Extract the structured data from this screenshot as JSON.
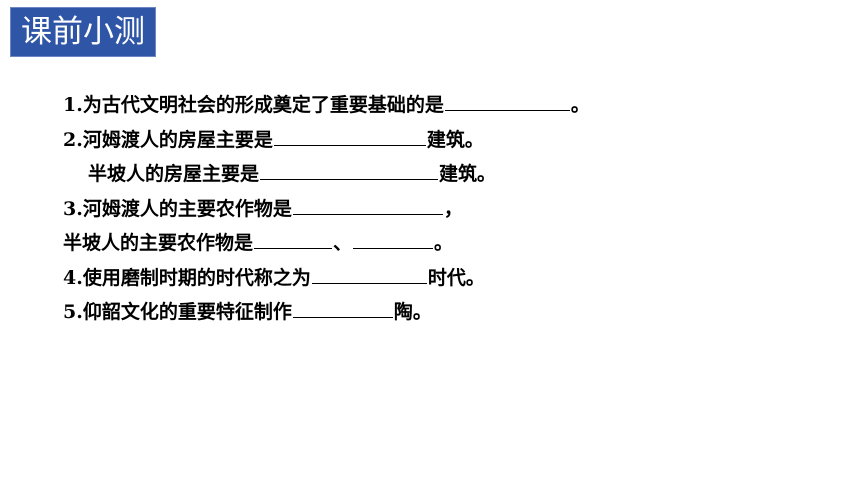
{
  "header": {
    "title": "课前小测"
  },
  "questions": [
    {
      "parts": [
        {
          "text": "1.为古代文明社会的形成奠定了重要基础的是"
        },
        {
          "blank": 125
        },
        {
          "text": "。"
        }
      ]
    },
    {
      "parts": [
        {
          "text": "2.河姆渡人的房屋主要是"
        },
        {
          "blank": 152
        },
        {
          "text": "建筑。"
        }
      ]
    },
    {
      "indent": true,
      "parts": [
        {
          "text": "半坡人的房屋主要是"
        },
        {
          "blank": 178
        },
        {
          "text": "建筑。"
        }
      ]
    },
    {
      "parts": [
        {
          "text": "3.河姆渡人的主要农作物是"
        },
        {
          "blank": 150
        },
        {
          "text": "，"
        }
      ]
    },
    {
      "parts": [
        {
          "text": "半坡人的主要农作物是"
        },
        {
          "blank": 78
        },
        {
          "text": "、"
        },
        {
          "blank": 80
        },
        {
          "text": "。"
        }
      ]
    },
    {
      "parts": [
        {
          "text": "4.使用磨制时期的时代称之为"
        },
        {
          "blank": 115
        },
        {
          "text": "时代。"
        }
      ]
    },
    {
      "parts": [
        {
          "text": "5.仰韶文化的重要特征制作"
        },
        {
          "blank": 100
        },
        {
          "text": "陶。"
        }
      ]
    }
  ]
}
